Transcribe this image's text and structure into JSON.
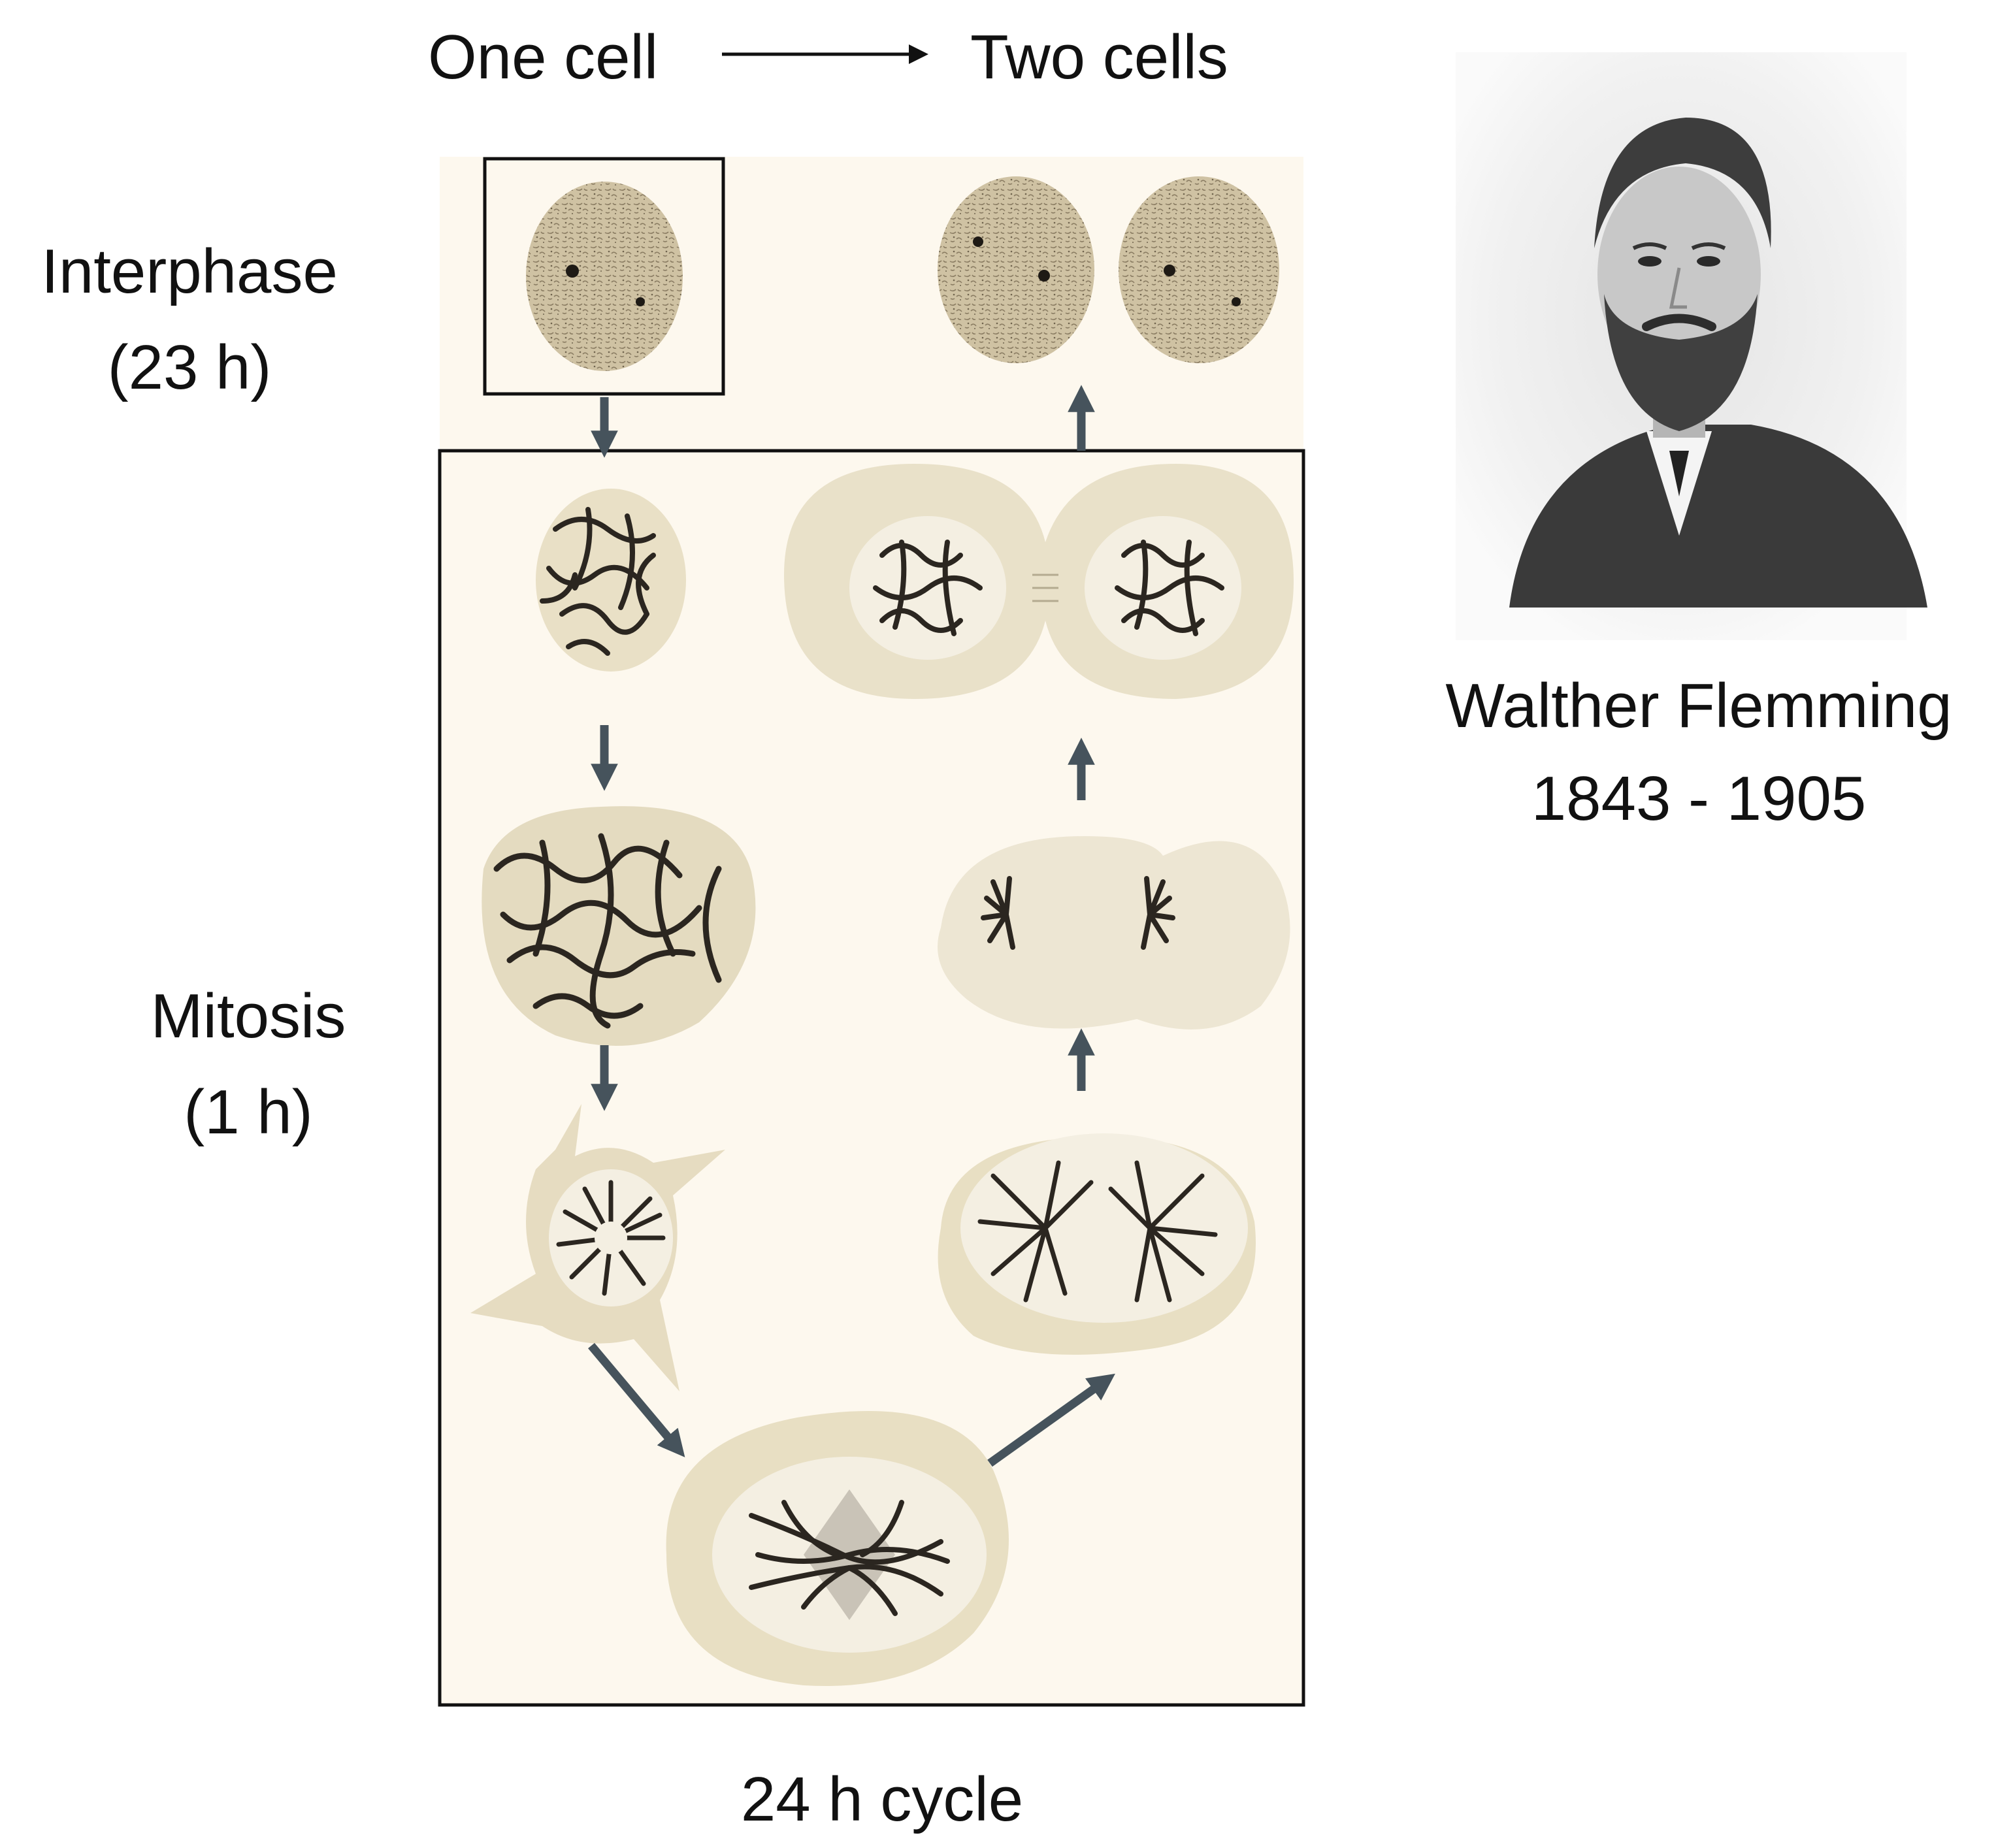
{
  "header": {
    "one_cell": "One cell",
    "two_cells": "Two cells"
  },
  "labels": {
    "interphase": "Interphase",
    "interphase_duration": "(23 h)",
    "mitosis": "Mitosis",
    "mitosis_duration": "(1 h)",
    "cycle": "24 h cycle"
  },
  "portrait": {
    "name": "Walther Flemming",
    "years": "1843 - 1905"
  },
  "colors": {
    "arrow": "#46535c",
    "panel_bg": "#fdf8ee",
    "cell_body": "#d9cdb0",
    "cytoplasm": "#ece5cf",
    "chromosome": "#2b2620"
  }
}
